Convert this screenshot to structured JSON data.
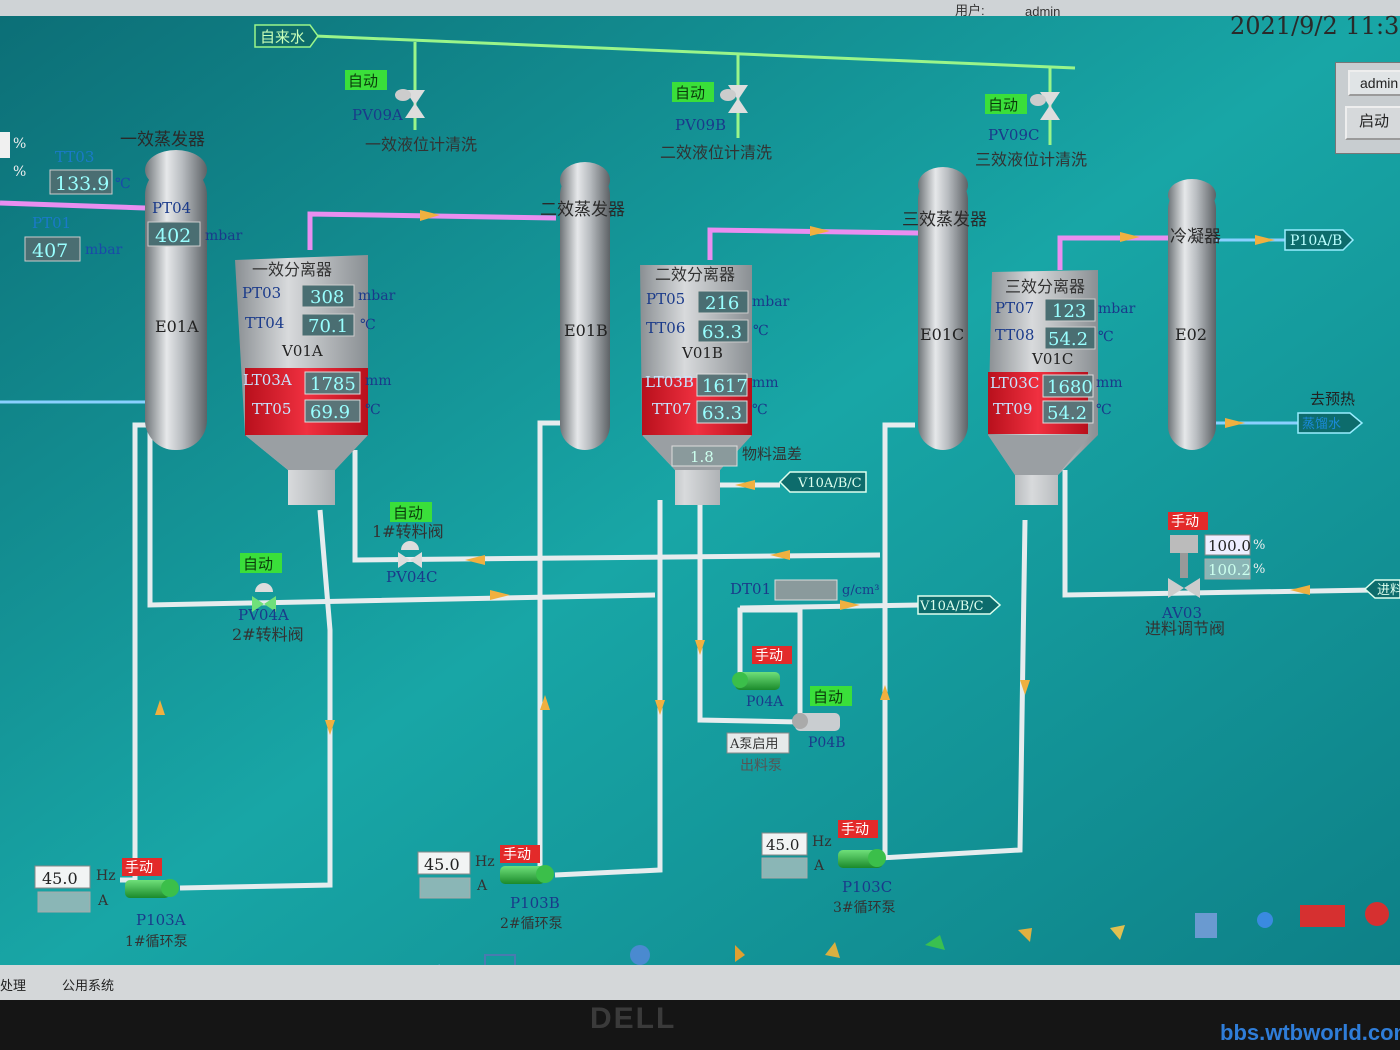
{
  "header": {
    "user_label": "用户:",
    "user_value": "admin",
    "date": "2021/9/2  11:3"
  },
  "side_panel": {
    "admin_btn": "admin",
    "start_btn": "启动"
  },
  "tap_water": "自来水",
  "auto_label": "自动",
  "manual_label": "手动",
  "valves": {
    "pv09a": {
      "name": "PV09A",
      "desc": "一效液位计清洗"
    },
    "pv09b": {
      "name": "PV09B",
      "desc": "二效液位计清洗"
    },
    "pv09c": {
      "name": "PV09C",
      "desc": "三效液位计清洗"
    },
    "pv04c": {
      "name": "PV04C",
      "desc": "1#转料阀"
    },
    "pv04a": {
      "name": "PV04A",
      "desc": "2#转料阀"
    },
    "av03": {
      "name": "AV03",
      "desc": "进料调节阀",
      "value": "100.0",
      "value2": "100.2",
      "unit": "%"
    }
  },
  "evaporators": {
    "e01a": {
      "title": "一效蒸发器",
      "tag": "E01A"
    },
    "e01b": {
      "title": "二效蒸发器",
      "tag": "E01B"
    },
    "e01c": {
      "title": "三效蒸发器",
      "tag": "E01C"
    },
    "e02": {
      "title": "冷凝器",
      "tag": "E02"
    }
  },
  "left_readouts": {
    "tt03": {
      "tag": "TT03",
      "value": "133.9",
      "unit": "℃"
    },
    "pt01": {
      "tag": "PT01",
      "value": "407",
      "unit": "mbar"
    },
    "pt04": {
      "tag": "PT04",
      "value": "402",
      "unit": "mbar"
    },
    "pct1": "%",
    "pct2": "%"
  },
  "separators": {
    "v01a": {
      "title": "一效分离器",
      "tag": "V01A",
      "p": {
        "tag": "PT03",
        "value": "308",
        "unit": "mbar"
      },
      "t": {
        "tag": "TT04",
        "value": "70.1",
        "unit": "℃"
      },
      "l": {
        "tag": "LT03A",
        "value": "1785",
        "unit": "mm"
      },
      "t2": {
        "tag": "TT05",
        "value": "69.9",
        "unit": "℃"
      }
    },
    "v01b": {
      "title": "二效分离器",
      "tag": "V01B",
      "p": {
        "tag": "PT05",
        "value": "216",
        "unit": "mbar"
      },
      "t": {
        "tag": "TT06",
        "value": "63.3",
        "unit": "℃"
      },
      "l": {
        "tag": "LT03B",
        "value": "1617",
        "unit": "mm"
      },
      "t2": {
        "tag": "TT07",
        "value": "63.3",
        "unit": "℃"
      },
      "diff_value": "1.8",
      "diff_label": "物料温差"
    },
    "v01c": {
      "title": "三效分离器",
      "tag": "V01C",
      "p": {
        "tag": "PT07",
        "value": "123",
        "unit": "mbar"
      },
      "t": {
        "tag": "TT08",
        "value": "54.2",
        "unit": "℃"
      },
      "l": {
        "tag": "LT03C",
        "value": "1680",
        "unit": "mm"
      },
      "t2": {
        "tag": "TT09",
        "value": "54.2",
        "unit": "℃"
      }
    }
  },
  "tags": {
    "p10ab": "P10A/B",
    "v10abc_1": "V10A/B/C",
    "v10abc_2": "V10A/B/C",
    "preheat": "去预热",
    "condensate": "蒸馏水",
    "feed": "进料"
  },
  "dt01": {
    "tag": "DT01",
    "unit": "g/cm³"
  },
  "pumps": {
    "p103a": {
      "name": "P103A",
      "desc": "1#循环泵",
      "hz": "45.0",
      "hz_unit": "Hz",
      "a_unit": "A"
    },
    "p103b": {
      "name": "P103B",
      "desc": "2#循环泵",
      "hz": "45.0",
      "hz_unit": "Hz",
      "a_unit": "A"
    },
    "p103c": {
      "name": "P103C",
      "desc": "3#循环泵",
      "hz": "45.0",
      "hz_unit": "Hz",
      "a_unit": "A"
    },
    "p04a": {
      "name": "P04A"
    },
    "p04b": {
      "name": "P04B"
    },
    "discharge": {
      "mode": "A泵启用",
      "desc": "出料泵"
    }
  },
  "taskbar": {
    "item1": "处理",
    "item2": "公用系统"
  },
  "bezel": {
    "brand": "DELL",
    "watermark": "bbs.wtbworld.com"
  }
}
